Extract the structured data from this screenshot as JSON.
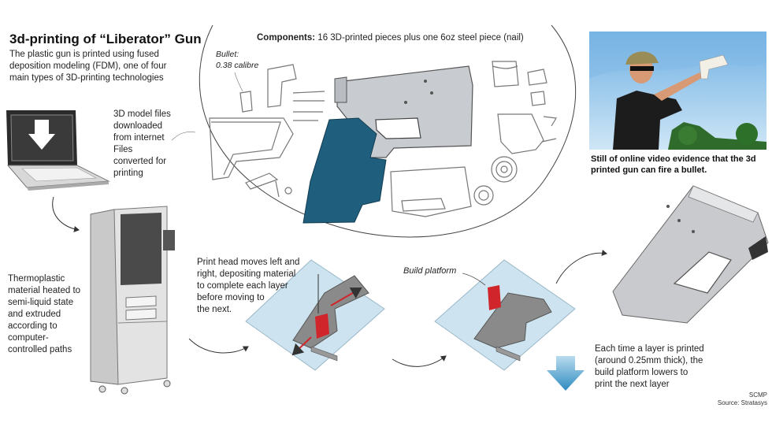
{
  "title": "3d-printing of “Liberator” Gun",
  "intro": "The plastic gun is printed using fused deposition modeling (FDM), one of four main types of 3D-printing technologies",
  "components": {
    "label": "Components:",
    "text": " 16 3D-printed pieces plus one 6oz steel piece (nail)"
  },
  "bullet_label": {
    "line1": "Bullet:",
    "line2": "0.38 calibre"
  },
  "steps": {
    "download": [
      "3D model files",
      "downloaded",
      "from internet",
      "Files",
      "converted for",
      "printing"
    ],
    "thermoplastic": [
      "Thermoplastic",
      "material heated to",
      "semi-liquid state",
      "and extruded",
      "according to",
      "computer-",
      "controlled paths"
    ],
    "print_head": [
      "Print head moves left and",
      "right, depositing material",
      "to complete each layer",
      "before moving to",
      "the next."
    ],
    "build_platform": "Build platform",
    "layer": [
      "Each time a layer is printed",
      "(around 0.25mm thick), the",
      "build platform lowers to",
      "print the next layer"
    ]
  },
  "photo_caption": [
    "Still of online video evidence that the 3d",
    "printed gun can fire a bullet."
  ],
  "source": {
    "line1": "SCMP",
    "line2": "Source: Stratasys"
  },
  "colors": {
    "grip_teal": "#1f5f7d",
    "frame_gray": "#c8ccd0",
    "platform_blue": "#cde3ef",
    "print_head_red": "#d0252b",
    "arrow_blue": "#3b93c4"
  }
}
